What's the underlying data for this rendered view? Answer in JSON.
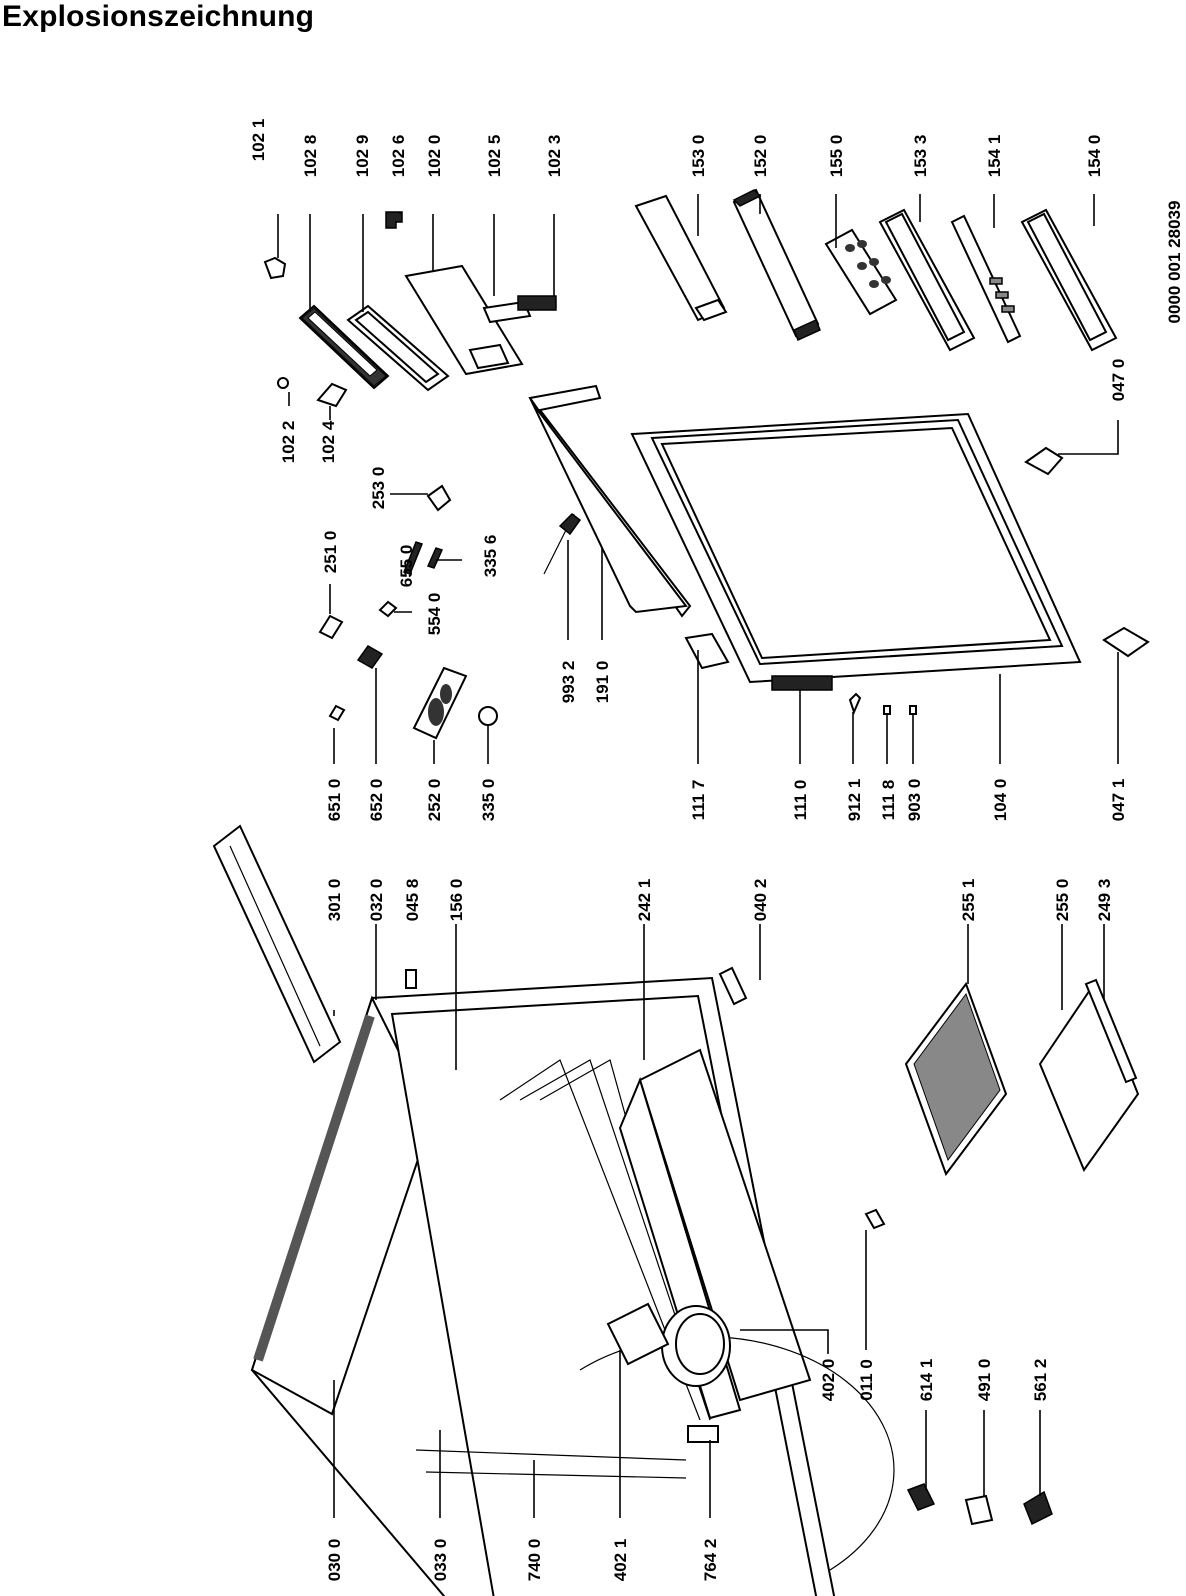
{
  "title": "Explosionszeichnung",
  "document_number": "0000 001 28039",
  "parts": [
    "102 1",
    "102 8",
    "102 9",
    "102 6",
    "102 0",
    "102 5",
    "102 3",
    "102 2",
    "102 4",
    "153 0",
    "152 0",
    "155 0",
    "153 3",
    "154 1",
    "154 0",
    "047 0",
    "047 1",
    "253 0",
    "251 0",
    "655 0",
    "335 6",
    "554 0",
    "993 2",
    "191 0",
    "651 0",
    "652 0",
    "252 0",
    "335 0",
    "111 7",
    "111 0",
    "912 1",
    "111 8",
    "903 0",
    "104 0",
    "301 0",
    "032 0",
    "045 8",
    "156 0",
    "242 1",
    "040 2",
    "255 1",
    "255 0",
    "249 3",
    "402 0",
    "011 0",
    "614 1",
    "491 0",
    "561 2",
    "030 0",
    "033 0",
    "740 0",
    "402 1",
    "764 2"
  ]
}
